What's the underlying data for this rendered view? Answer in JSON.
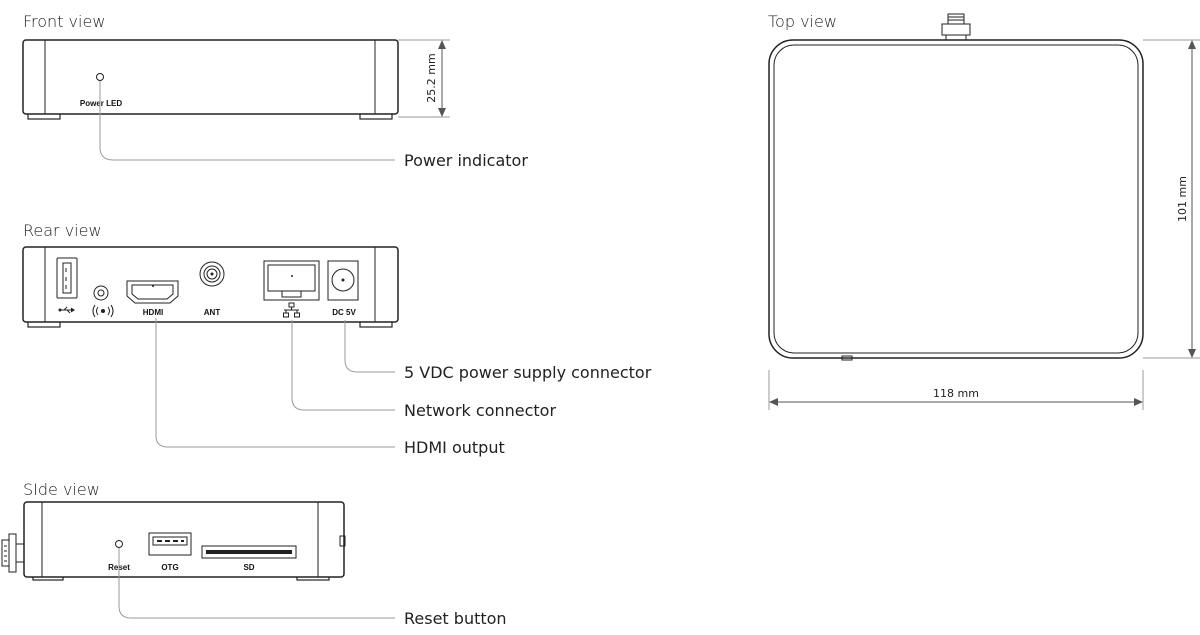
{
  "views": {
    "front": {
      "title": "Front view",
      "led_label": "Power LED",
      "height_dim": "25.2 mm"
    },
    "rear": {
      "title": "Rear view",
      "hdmi_label": "HDMI",
      "ant_label": "ANT",
      "dc_label": "DC 5V",
      "usb_icon": "usb-icon",
      "audio_icon": "audio-jack-icon",
      "network_icon": "network-icon"
    },
    "side": {
      "title": "SIde view",
      "reset_label": "Reset",
      "otg_label": "OTG",
      "sd_label": "SD"
    },
    "top": {
      "title": "Top view",
      "width_dim": "118 mm",
      "depth_dim": "101 mm"
    }
  },
  "callouts": {
    "power_indicator": "Power indicator",
    "power_supply": "5 VDC power supply connector",
    "network": "Network connector",
    "hdmi": "HDMI output",
    "reset": "Reset button"
  }
}
